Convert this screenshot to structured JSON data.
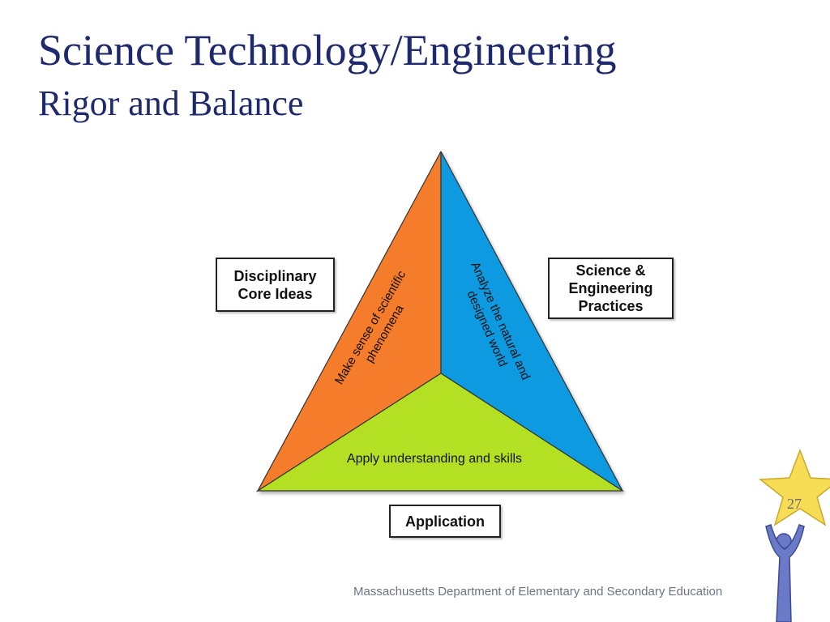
{
  "slide": {
    "title": "Science Technology/Engineering",
    "subtitle": "Rigor and Balance",
    "footer": "Massachusetts Department of Elementary and Secondary Education",
    "page_number": "27"
  },
  "diagram": {
    "left_box": [
      "Disciplinary",
      "Core Ideas"
    ],
    "right_box": [
      "Science &",
      "Engineering",
      "Practices"
    ],
    "bottom_box": "Application",
    "left_face": [
      "Make sense of scientific",
      "phenomena"
    ],
    "right_face": [
      "Analyze the natural and",
      "designed world"
    ],
    "bottom_face": "Apply understanding and skills",
    "colors": {
      "left_face": "#f47b2a",
      "right_face": "#0b9ae0",
      "bottom_face": "#b3e024",
      "title": "#1f2a6e",
      "star": "#f7dc55",
      "figure": "#6b79c9"
    }
  }
}
